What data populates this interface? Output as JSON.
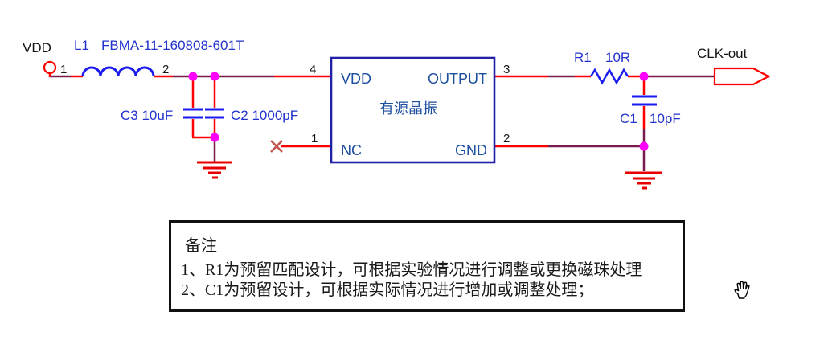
{
  "schematic": {
    "vdd_port": {
      "label": "VDD",
      "pin_number": "1"
    },
    "l1": {
      "ref": "L1",
      "value": "FBMA-11-160808-601T",
      "pin2_number": "2"
    },
    "c3": {
      "label": "C3 10uF"
    },
    "c2": {
      "label": "C2 1000pF"
    },
    "oscillator": {
      "name": "有源晶振",
      "pin_vdd_label": "VDD",
      "pin_output_label": "OUTPUT",
      "pin_nc_label": "NC",
      "pin_gnd_label": "GND",
      "pin_vdd_num": "4",
      "pin_output_num": "3",
      "pin_nc_num": "1",
      "pin_gnd_num": "2"
    },
    "r1": {
      "ref": "R1",
      "value": "10R"
    },
    "c1": {
      "ref": "C1",
      "value": "10pF"
    },
    "clk_port": {
      "label": "CLK-out"
    }
  },
  "notes": {
    "title": "备注",
    "lines": [
      "1、R1为预留匹配设计，可根据实验情况进行调整或更换磁珠处理",
      "2、C1为预留设计，可根据实际情况进行增加或调整处理；"
    ]
  },
  "icons": {
    "cursor_icon": "pan-hand"
  },
  "colors": {
    "wire": "#7A1B4E",
    "pin_red": "#FF0000",
    "junction": "#FF00FF",
    "component_blue": "#1B1BEF",
    "label_blue": "#2233CC",
    "chip_border": "#2121A8",
    "chip_text": "#1C4E9E",
    "nc_cross": "#C25048",
    "ground_red": "#E80000",
    "text_black": "#151515"
  }
}
